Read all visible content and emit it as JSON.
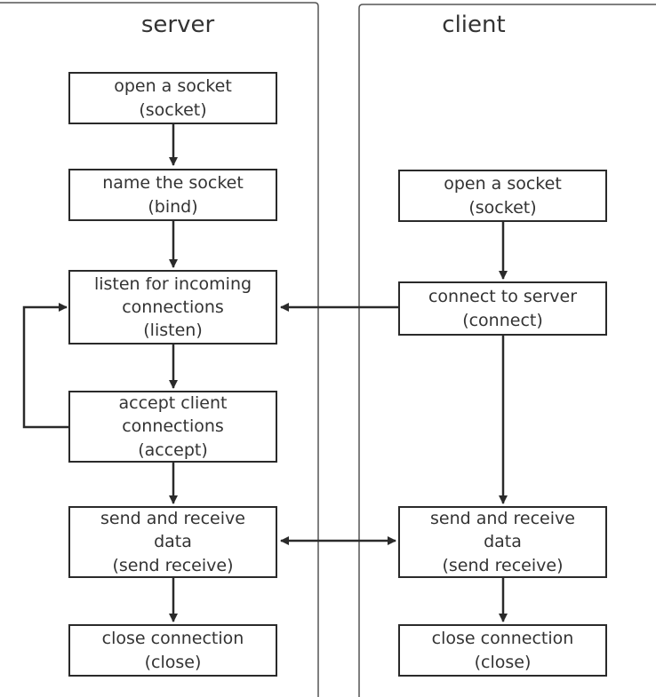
{
  "lanes": {
    "server": "server",
    "client": "client"
  },
  "server_steps": [
    {
      "line1": "open a socket",
      "line2": "(socket)"
    },
    {
      "line1": "name the socket",
      "line2": "(bind)"
    },
    {
      "line1": "listen for incoming",
      "line2": "connections",
      "line3": "(listen)"
    },
    {
      "line1": "accept client",
      "line2": "connections",
      "line3": "(accept)"
    },
    {
      "line1": "send and receive",
      "line2": "data",
      "line3": "(send receive)"
    },
    {
      "line1": "close connection",
      "line2": "(close)"
    }
  ],
  "client_steps": [
    {
      "line1": "open a socket",
      "line2": "(socket)"
    },
    {
      "line1": "connect to server",
      "line2": "(connect)"
    },
    {
      "line1": "send and receive",
      "line2": "data",
      "line3": "(send receive)"
    },
    {
      "line1": "close connection",
      "line2": "(close)"
    }
  ]
}
